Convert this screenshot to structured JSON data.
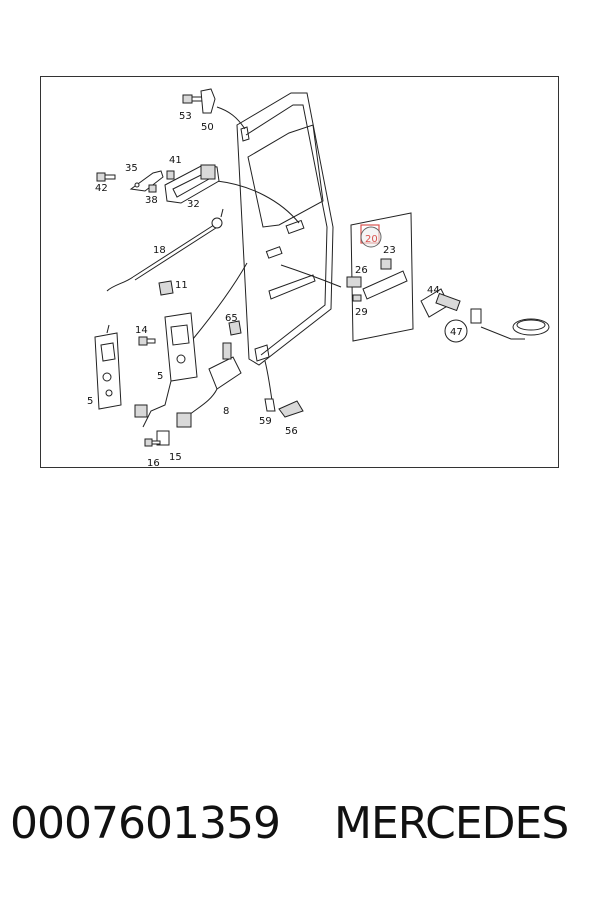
{
  "diagram": {
    "part_labels": {
      "p53": "53",
      "p50": "50",
      "p35": "35",
      "p41": "41",
      "p42": "42",
      "p38": "38",
      "p32": "32",
      "p18": "18",
      "p11": "11",
      "p14": "14",
      "p65": "65",
      "p5a": "5",
      "p5b": "5",
      "p8": "8",
      "p59": "59",
      "p56": "56",
      "p16": "16",
      "p15": "15",
      "p20": "20",
      "p23": "23",
      "p26": "26",
      "p29": "29",
      "p44": "44",
      "p47": "47"
    },
    "highlight_color": "#d9534f"
  },
  "caption": {
    "part_number": "0007601359",
    "brand": "MERCEDES"
  }
}
